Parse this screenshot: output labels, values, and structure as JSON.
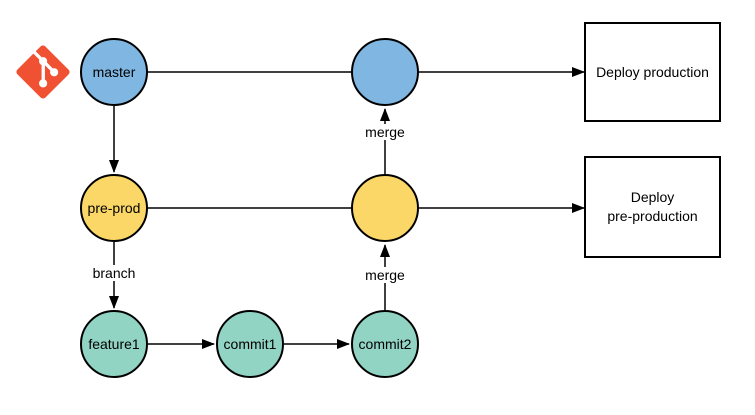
{
  "diagram": {
    "description": "Git branching workflow diagram",
    "logo": {
      "name": "git-logo",
      "color": "#f05133"
    },
    "nodes": {
      "master": {
        "label": "master",
        "branch": "master",
        "color": "#80b7e2"
      },
      "merge_production": {
        "label": "",
        "branch": "master",
        "color": "#80b7e2"
      },
      "pre_prod": {
        "label": "pre-prod",
        "branch": "pre-prod",
        "color": "#fbd768"
      },
      "merge_pre_production": {
        "label": "",
        "branch": "pre-prod",
        "color": "#fbd768"
      },
      "feature1": {
        "label": "feature1",
        "branch": "feature1",
        "color": "#92d4c4"
      },
      "commit1": {
        "label": "commit1",
        "branch": "feature1",
        "color": "#92d4c4"
      },
      "commit2": {
        "label": "commit2",
        "branch": "feature1",
        "color": "#92d4c4"
      }
    },
    "boxes": {
      "deploy_production": {
        "label": "Deploy production"
      },
      "deploy_pre_production": {
        "label": "Deploy\npre-production"
      }
    },
    "edge_labels": {
      "merge_to_master": "merge",
      "merge_to_pre_prod": "merge",
      "branch_from_pre_prod": "branch"
    },
    "stroke_color": "#000000",
    "background_color": "#ffffff"
  }
}
